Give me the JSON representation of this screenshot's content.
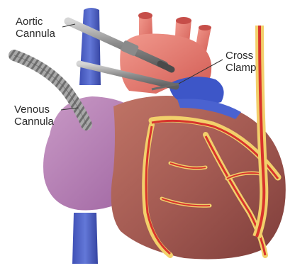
{
  "labels": {
    "aortic_cannula": {
      "line1": "Aortic",
      "line2": "Cannula"
    },
    "venous_cannula": {
      "line1": "Venous",
      "line2": "Cannula"
    },
    "cross_clamp": {
      "line1": "Cross",
      "line2": "Clamp"
    }
  },
  "colors": {
    "myocardium": "#a35a52",
    "right_heart": "#b27bb0",
    "vena_cava": "#4f63c9",
    "aorta": "#e7766c",
    "coronary_fat": "#f2d06b",
    "coronary_artery": "#d8342c",
    "cannula_metal": "#8f8f8f"
  }
}
